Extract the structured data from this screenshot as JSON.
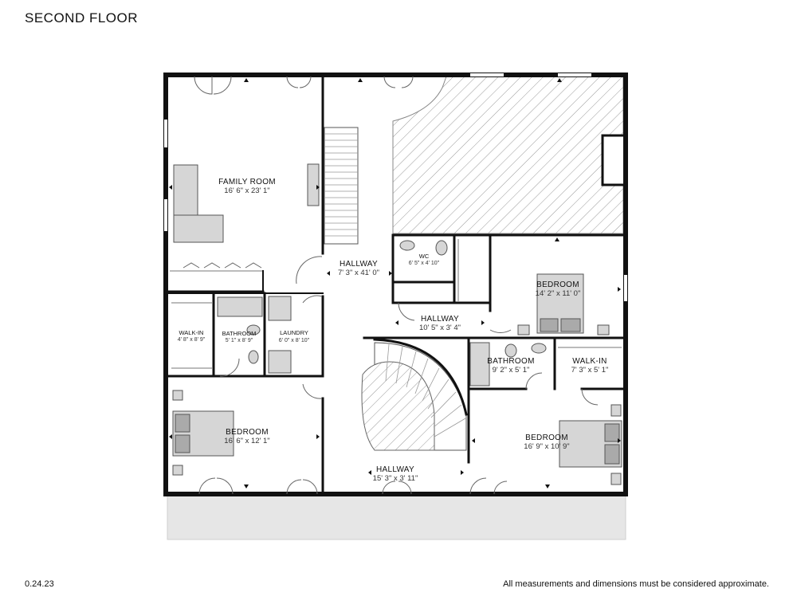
{
  "header": {
    "title": "SECOND FLOOR"
  },
  "footer": {
    "date": "0.24.23",
    "disclaimer": "All measurements and dimensions must be considered approximate."
  },
  "rooms": {
    "family_room": {
      "name": "FAMILY ROOM",
      "dims": "16' 6\" x 23' 1\""
    },
    "hallway_main": {
      "name": "HALLWAY",
      "dims": "7' 3\" x 41' 0\""
    },
    "wc": {
      "name": "WC",
      "dims": "6' 5\" x 4' 10\""
    },
    "bedroom_ne": {
      "name": "BEDROOM",
      "dims": "14' 2\" x 11' 0\""
    },
    "hallway_mid": {
      "name": "HALLWAY",
      "dims": "10' 5\" x 3' 4\""
    },
    "walkin_w": {
      "name": "WALK-IN",
      "dims": "4' 8\" x 8' 9\""
    },
    "bathroom_w": {
      "name": "BATHROOM",
      "dims": "5' 1\" x 8' 9\""
    },
    "laundry": {
      "name": "LAUNDRY",
      "dims": "6' 0\" x 8' 10\""
    },
    "bathroom_e": {
      "name": "BATHROOM",
      "dims": "9' 2\" x 5' 1\""
    },
    "walkin_e": {
      "name": "WALK-IN",
      "dims": "7' 3\" x 5' 1\""
    },
    "bedroom_sw": {
      "name": "BEDROOM",
      "dims": "16' 6\" x 12' 1\""
    },
    "bedroom_se": {
      "name": "BEDROOM",
      "dims": "16' 9\" x 10' 9\""
    },
    "hallway_s": {
      "name": "HALLWAY",
      "dims": "15' 3\" x 3' 11\""
    }
  },
  "colors": {
    "wall": "#111111",
    "hatch": "#9a9a9a",
    "fixture": "#d6d6d6",
    "balcony": "#e6e6e6"
  }
}
